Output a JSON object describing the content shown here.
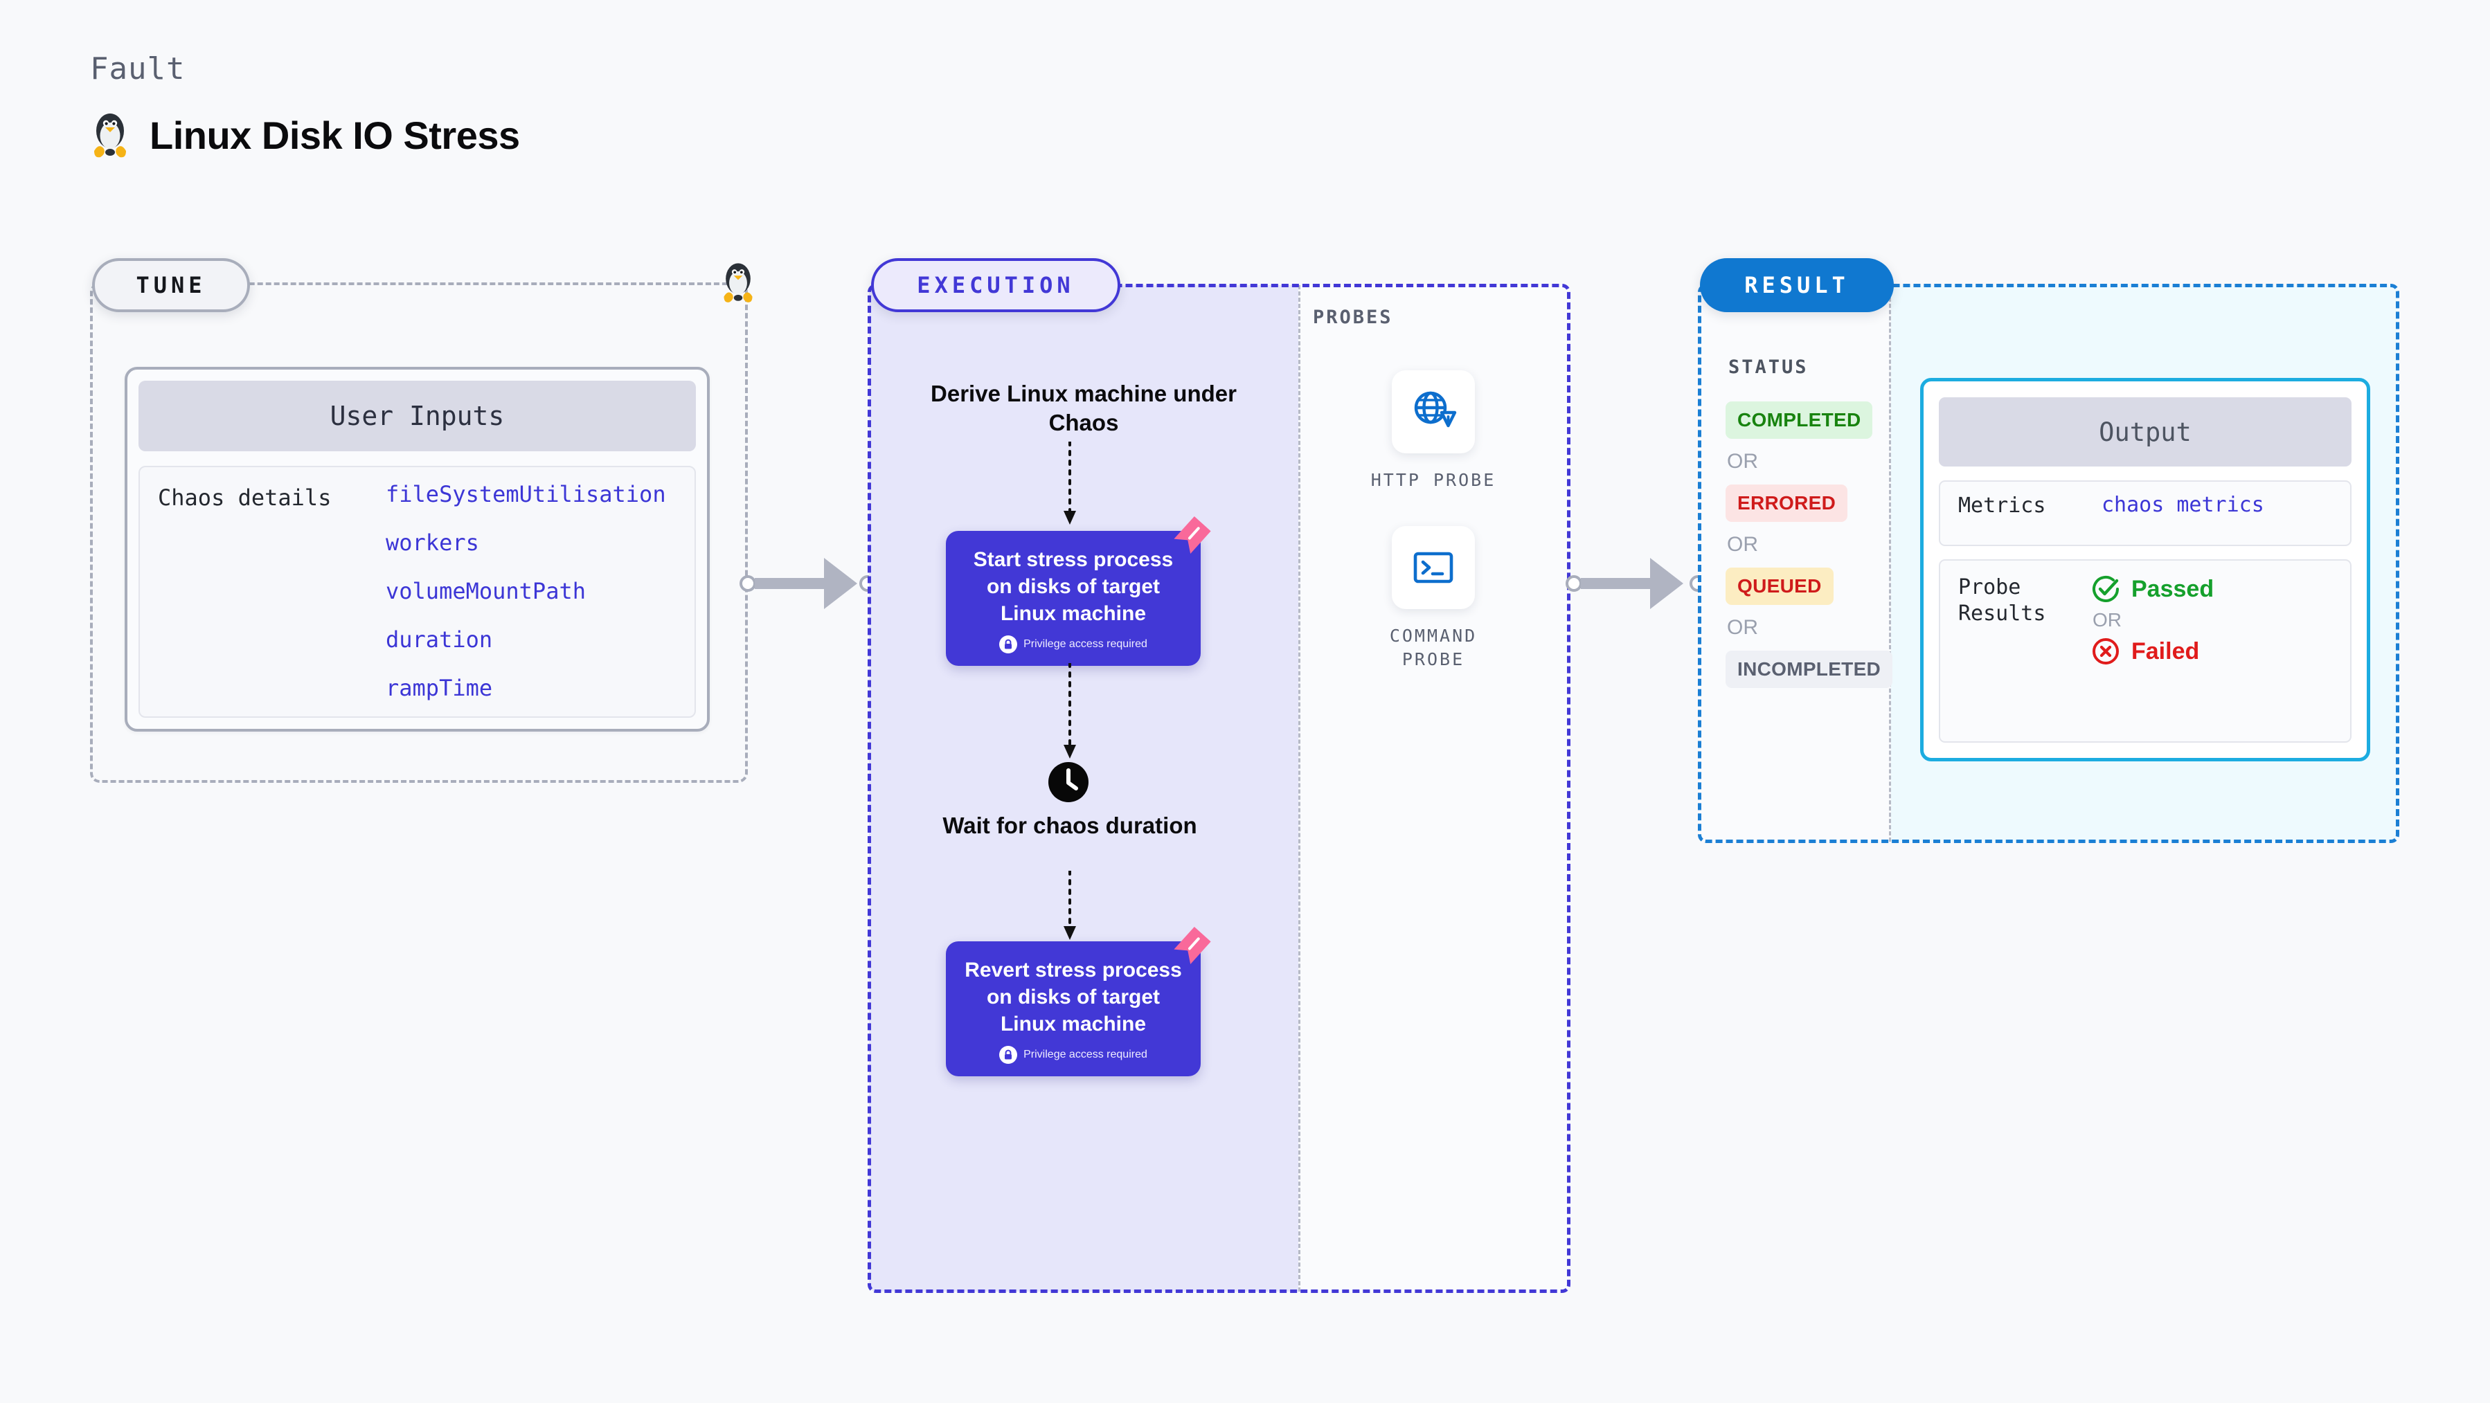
{
  "header": {
    "eyebrow": "Fault",
    "title": "Linux Disk IO Stress",
    "icon": "tux-penguin-icon"
  },
  "tune": {
    "badge": "TUNE",
    "card_title": "User Inputs",
    "row_label": "Chaos details",
    "params": [
      "fileSystemUtilisation",
      "workers",
      "volumeMountPath",
      "duration",
      "rampTime"
    ]
  },
  "execution": {
    "badge": "EXECUTION",
    "head_text": "Derive Linux machine under Chaos",
    "nodes": [
      {
        "title": "Start stress process on disks of target Linux machine",
        "privilege": "Privilege access required"
      },
      {
        "title": "Revert stress process on disks of target Linux machine",
        "privilege": "Privilege access required"
      }
    ],
    "wait": {
      "icon": "clock-icon",
      "text": "Wait for chaos duration"
    }
  },
  "probes": {
    "label": "PROBES",
    "items": [
      {
        "name": "HTTP PROBE",
        "icon": "globe-warning-icon"
      },
      {
        "name": "COMMAND PROBE",
        "icon": "terminal-icon"
      }
    ]
  },
  "result": {
    "badge": "RESULT",
    "status_label": "STATUS",
    "or_label": "OR",
    "statuses": [
      {
        "label": "COMPLETED",
        "bg": "#dcf5df",
        "fg": "#18830f"
      },
      {
        "label": "ERRORED",
        "bg": "#fce4e4",
        "fg": "#cf1b1b"
      },
      {
        "label": "QUEUED",
        "bg": "#fcedc2",
        "fg": "#cf1b1b"
      },
      {
        "label": "INCOMPLETED",
        "bg": "#eef0f5",
        "fg": "#5a6070"
      }
    ],
    "output": {
      "title": "Output",
      "metrics_key": "Metrics",
      "metrics_value": "chaos metrics",
      "probe_key": "Probe Results",
      "passed": "Passed",
      "or_label": "OR",
      "failed": "Failed"
    }
  },
  "colors": {
    "background": "#f8f9fb",
    "tune_border": "#a8adbb",
    "execution_accent": "#4238d6",
    "execution_fill": "#e6e6fa",
    "result_accent": "#1b7fd4",
    "result_fill": "#eefafe",
    "output_border": "#1cace0",
    "param_text": "#3c36d6",
    "probe_icon": "#0d6ecd",
    "ribbon": "#f9699a",
    "pass_green": "#15a02c",
    "fail_red": "#e01b1b"
  }
}
